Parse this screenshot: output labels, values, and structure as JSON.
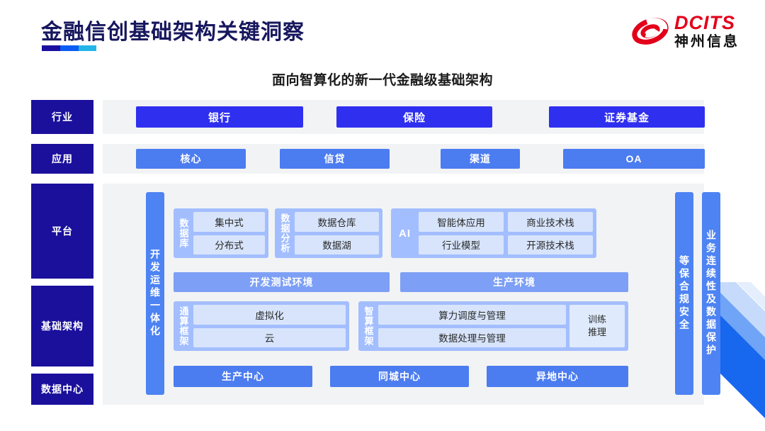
{
  "header": {
    "title": "金融信创基础架构关键洞察",
    "subtitle": "面向智算化的新一代金融级基础架构",
    "logo_en": "DCITS",
    "logo_cn": "神州信息"
  },
  "colors": {
    "title_navy": "#17175e",
    "layer_chip": "#1a109c",
    "industry_blue": "#2f2ff0",
    "app_blue": "#4b7cf0",
    "group_blue": "#a3beff",
    "cell_blue": "#d7e4fb",
    "band_blue": "#7d9ff5",
    "panel_gray": "#f2f3f5",
    "logo_red": "#e2001a"
  },
  "layers": [
    {
      "label": "行业"
    },
    {
      "label": "应用"
    },
    {
      "label": "平台"
    },
    {
      "label": "基础架构"
    },
    {
      "label": "数据中心"
    }
  ],
  "industry": [
    "银行",
    "保险",
    "证券基金"
  ],
  "application": [
    "核心",
    "信贷",
    "渠道",
    "OA"
  ],
  "side_bars": {
    "devops": "开发运维一体化",
    "compliance": "等保合规安全",
    "continuity": "业务连续性及数据保护"
  },
  "platform": {
    "database": {
      "label": "数据库",
      "items": [
        "集中式",
        "分布式"
      ]
    },
    "data_analysis": {
      "label": "数据分析",
      "items": [
        "数据仓库",
        "数据湖"
      ]
    },
    "ai": {
      "label": "AI",
      "col1": [
        "智能体应用",
        "行业模型"
      ],
      "col2": [
        "商业技术栈",
        "开源技术栈"
      ]
    },
    "environments": [
      "开发测试环境",
      "生产环境"
    ]
  },
  "infrastructure": {
    "general_framework": {
      "label": "通算框架",
      "items": [
        "虚拟化",
        "云"
      ]
    },
    "intelligent_framework": {
      "label": "智算框架",
      "items": [
        "算力调度与管理",
        "数据处理与管理"
      ],
      "side_top": "训练",
      "side_bottom": "推理"
    }
  },
  "data_center": [
    "生产中心",
    "同城中心",
    "异地中心"
  ]
}
